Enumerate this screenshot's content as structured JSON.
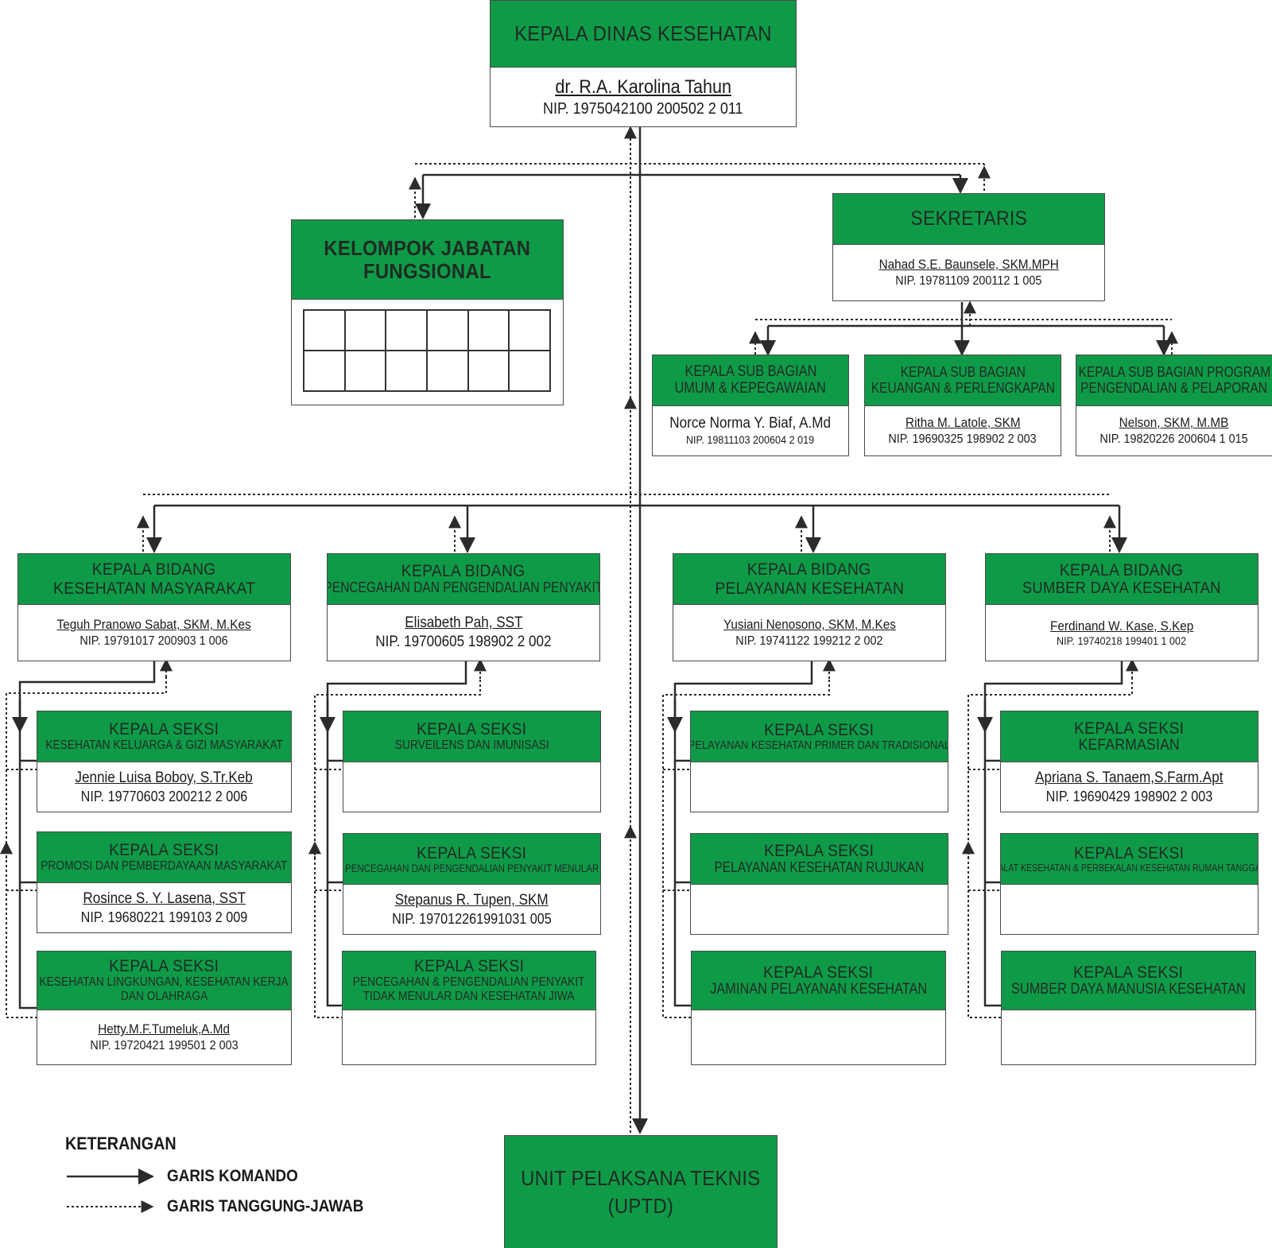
{
  "head": {
    "title": "KEPALA  DINAS KESEHATAN",
    "name": "dr. R.A. Karolina Tahun",
    "nip": "NIP. 1975042100 200502 2 011"
  },
  "fungsional": {
    "title_line1": "KELOMPOK JABATAN",
    "title_line2": "FUNGSIONAL"
  },
  "sekretaris": {
    "title": "SEKRETARIS",
    "name": "Nahad S.E. Baunsele, SKM.MPH",
    "nip": "NIP. 19781109 200112 1 005"
  },
  "subbagian": [
    {
      "line1": "KEPALA SUB BAGIAN",
      "line2": "UMUM & KEPEGAWAIAN",
      "name": "Norce Norma Y. Biaf, A.Md",
      "nip": "NIP.   19811103 200604 2 019"
    },
    {
      "line1": "KEPALA SUB BAGIAN",
      "line2": "KEUANGAN & PERLENGKAPAN",
      "name": "Ritha M. Latole, SKM",
      "nip": "NIP. 19690325 198902 2 003"
    },
    {
      "line1": "KEPALA SUB BAGIAN PROGRAM",
      "line2": "PENGENDALIAN & PELAPORAN",
      "name": "Nelson, SKM, M.MB",
      "nip": "NIP. 19820226 200604 1 015"
    }
  ],
  "bidang": [
    {
      "line1": "KEPALA BIDANG",
      "line2": "KESEHATAN MASYARAKAT",
      "name": "Teguh Pranowo Sabat, SKM, M.Kes",
      "nip": "NIP. 19791017 200903 1 006"
    },
    {
      "line1": "KEPALA BIDANG",
      "line2": "PENCEGAHAN DAN PENGENDALIAN PENYAKIT",
      "name": "Elisabeth Pah, SST",
      "nip": "NIP. 19700605 198902 2 002"
    },
    {
      "line1": "KEPALA BIDANG",
      "line2": "PELAYANAN KESEHATAN",
      "name": "Yusiani Nenosono, SKM, M.Kes",
      "nip": "NIP. 19741122 199212 2 002"
    },
    {
      "line1": "KEPALA BIDANG",
      "line2": "SUMBER DAYA KESEHATAN",
      "name": "Ferdinand W. Kase, S.Kep",
      "nip": "NIP. 19740218 199401 1 002"
    }
  ],
  "seksi": [
    [
      {
        "line1": "KEPALA SEKSI",
        "line2": "KESEHATAN KELUARGA & GIZI MASYARAKAT",
        "line3": "",
        "name": "Jennie Luisa Boboy, S.Tr.Keb",
        "nip": "NIP. 19770603 200212 2 006"
      },
      {
        "line1": "KEPALA SEKSI",
        "line2": "PROMOSI DAN PEMBERDAYAAN MASYARAKAT",
        "line3": "",
        "name": "Rosince S. Y. Lasena, SST",
        "nip": "NIP. 19680221 199103 2 009"
      },
      {
        "line1": "KEPALA SEKSI",
        "line2": "KESEHATAN LINGKUNGAN, KESEHATAN KERJA",
        "line3": "DAN OLAHRAGA",
        "name": "Hetty.M.F.Tumeluk,A.Md",
        "nip": "NIP. 19720421 199501 2 003"
      }
    ],
    [
      {
        "line1": "KEPALA SEKSI",
        "line2": "SURVEILENS DAN IMUNISASI",
        "line3": "",
        "name": "",
        "nip": ""
      },
      {
        "line1": "KEPALA SEKSI",
        "line2": "PENCEGAHAN DAN PENGENDALIAN PENYAKIT MENULAR",
        "line3": "",
        "name": "Stepanus R. Tupen, SKM",
        "nip": "NIP. 197012261991031 005"
      },
      {
        "line1": "KEPALA SEKSI",
        "line2": "PENCEGAHAN & PENGENDALIAN PENYAKIT",
        "line3": "TIDAK MENULAR DAN KESEHATAN JIWA",
        "name": "",
        "nip": ""
      }
    ],
    [
      {
        "line1": "KEPALA SEKSI",
        "line2": "PELAYANAN KESEHATAN PRIMER DAN TRADISIONAL",
        "line3": "",
        "name": "",
        "nip": ""
      },
      {
        "line1": "KEPALA SEKSI",
        "line2": "PELAYANAN KESEHATAN RUJUKAN",
        "line3": "",
        "name": "",
        "nip": ""
      },
      {
        "line1": "KEPALA SEKSI",
        "line2": "JAMINAN  PELAYANAN KESEHATAN",
        "line3": "",
        "name": "",
        "nip": ""
      }
    ],
    [
      {
        "line1": "KEPALA SEKSI",
        "line2": "KEFARMASIAN",
        "line3": "",
        "name": "Apriana S. Tanaem,S.Farm.Apt",
        "nip": "NIP. 19690429 198902 2 003"
      },
      {
        "line1": "KEPALA SEKSI",
        "line2": "ALAT KESEHATAN & PERBEKALAN KESEHATAN RUMAH TANGGA",
        "line3": "",
        "name": "",
        "nip": ""
      },
      {
        "line1": "KEPALA SEKSI",
        "line2": "SUMBER DAYA MANUSIA KESEHATAN",
        "line3": "",
        "name": "",
        "nip": ""
      }
    ]
  ],
  "uptd": {
    "line1": "UNIT PELAKSANA TEKNIS",
    "line2": "(UPTD)"
  },
  "legend": {
    "title": "KETERANGAN",
    "komando": "GARIS KOMANDO",
    "tanggung_jawab": "GARIS TANGGUNG-JAWAB"
  },
  "colors": {
    "header_green": "#0f9a48",
    "line": "#2b2b2b"
  }
}
